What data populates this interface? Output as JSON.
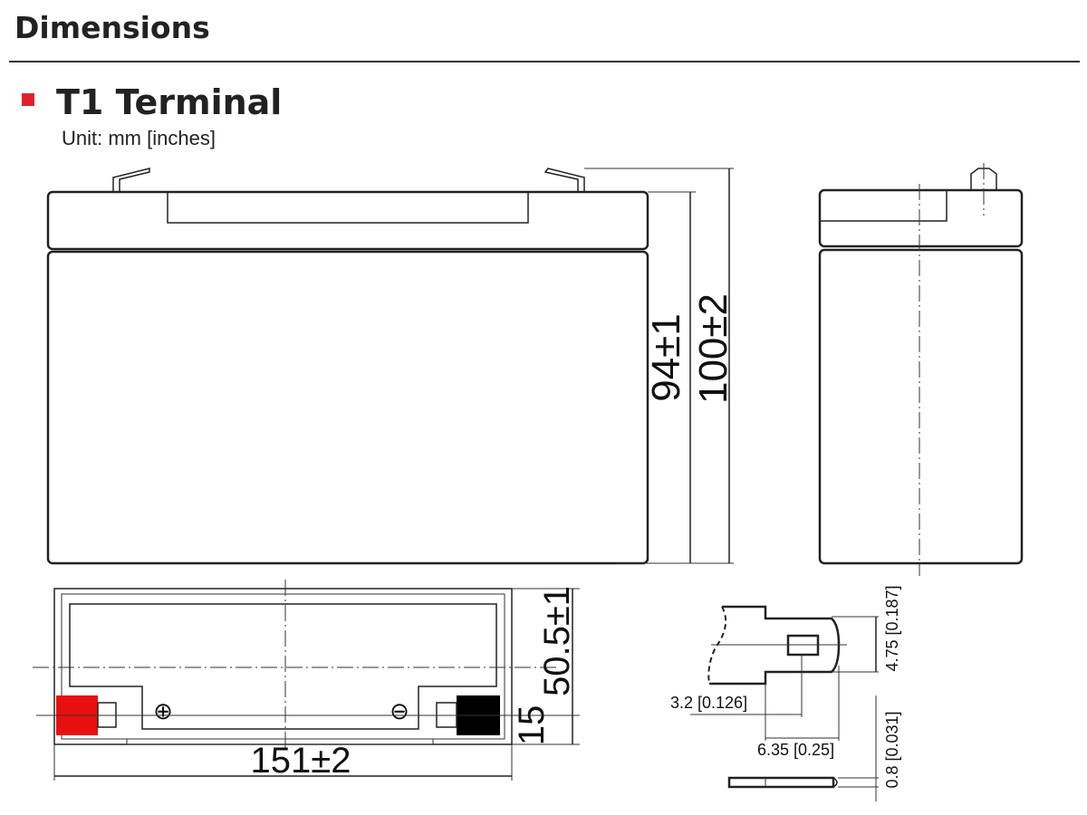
{
  "header": {
    "title": "Dimensions"
  },
  "section": {
    "title": "T1 Terminal",
    "unit": "Unit: mm [inches]",
    "bullet_color": "#e0202a"
  },
  "front_view": {
    "height_inner": "94±1",
    "height_total": "100±2"
  },
  "top_view": {
    "length": "151±2",
    "width": "50.5±1",
    "terminal_offset": "15",
    "positive_symbol": "⊕",
    "negative_symbol": "⊖",
    "positive_color": "#e8100f",
    "negative_color": "#000000"
  },
  "terminal_detail": {
    "width": "4.75 [0.187]",
    "hole_pos": "3.2 [0.126]",
    "length": "6.35 [0.25]",
    "thickness": "0.8 [0.031]"
  }
}
